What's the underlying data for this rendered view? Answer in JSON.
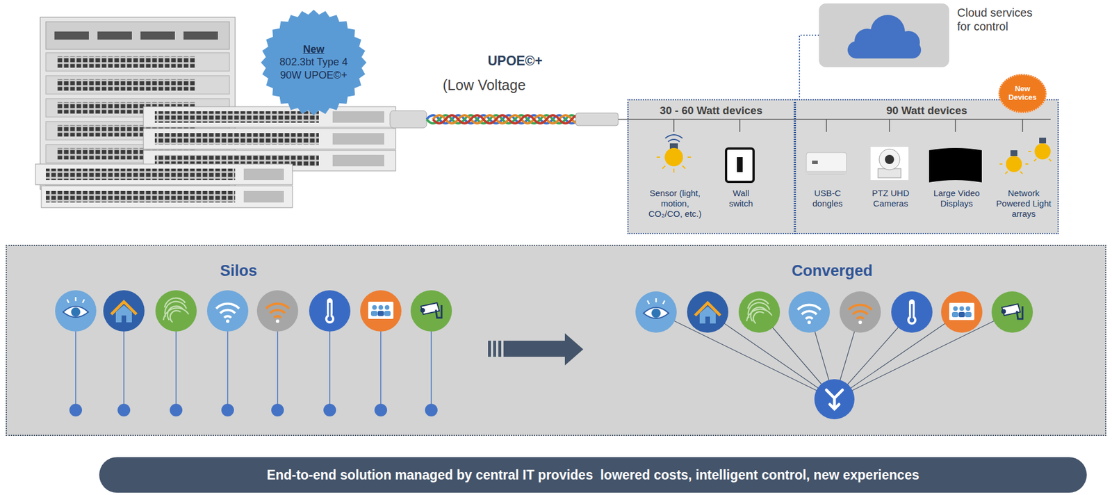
{
  "diagram": {
    "nodes": [
      {
        "text": [
          "New",
          "802.3bt Type 4 90W UPOE©+"
        ]
      },
      {
        "text": [
          "Cloud services for control"
        ]
      },
      {
        "text": [
          "30 - 60 Watt devices"
        ]
      },
      {
        "text": [
          "Sensor (light, motion, CO₂/CO, etc.)"
        ],
        "in": 2
      },
      {
        "text": [
          "Wall switch"
        ],
        "in": 2
      },
      {
        "text": [
          "90 Watt devices"
        ]
      },
      {
        "text": [
          "New Devices"
        ]
      },
      {
        "text": [
          "USB-C dongles"
        ],
        "in": 5
      },
      {
        "text": [
          "PTZ UHD Cameras"
        ],
        "in": 5
      },
      {
        "text": [
          "Large Video Displays"
        ],
        "in": 5
      },
      {
        "text": [
          "Network Powered Light arrays"
        ],
        "in": 5
      },
      {
        "text": [
          "Silos",
          "Converged"
        ]
      },
      {
        "text": [
          "End-to-end solution managed by central IT provides  lowered costs, intelligent control, new experiences"
        ]
      }
    ],
    "edges": [
      {
        "from": 1,
        "to": 5,
        "arrow": "none"
      }
    ],
    "labels": [
      "UPOE©+",
      "(Low Voltage"
    ]
  }
}
